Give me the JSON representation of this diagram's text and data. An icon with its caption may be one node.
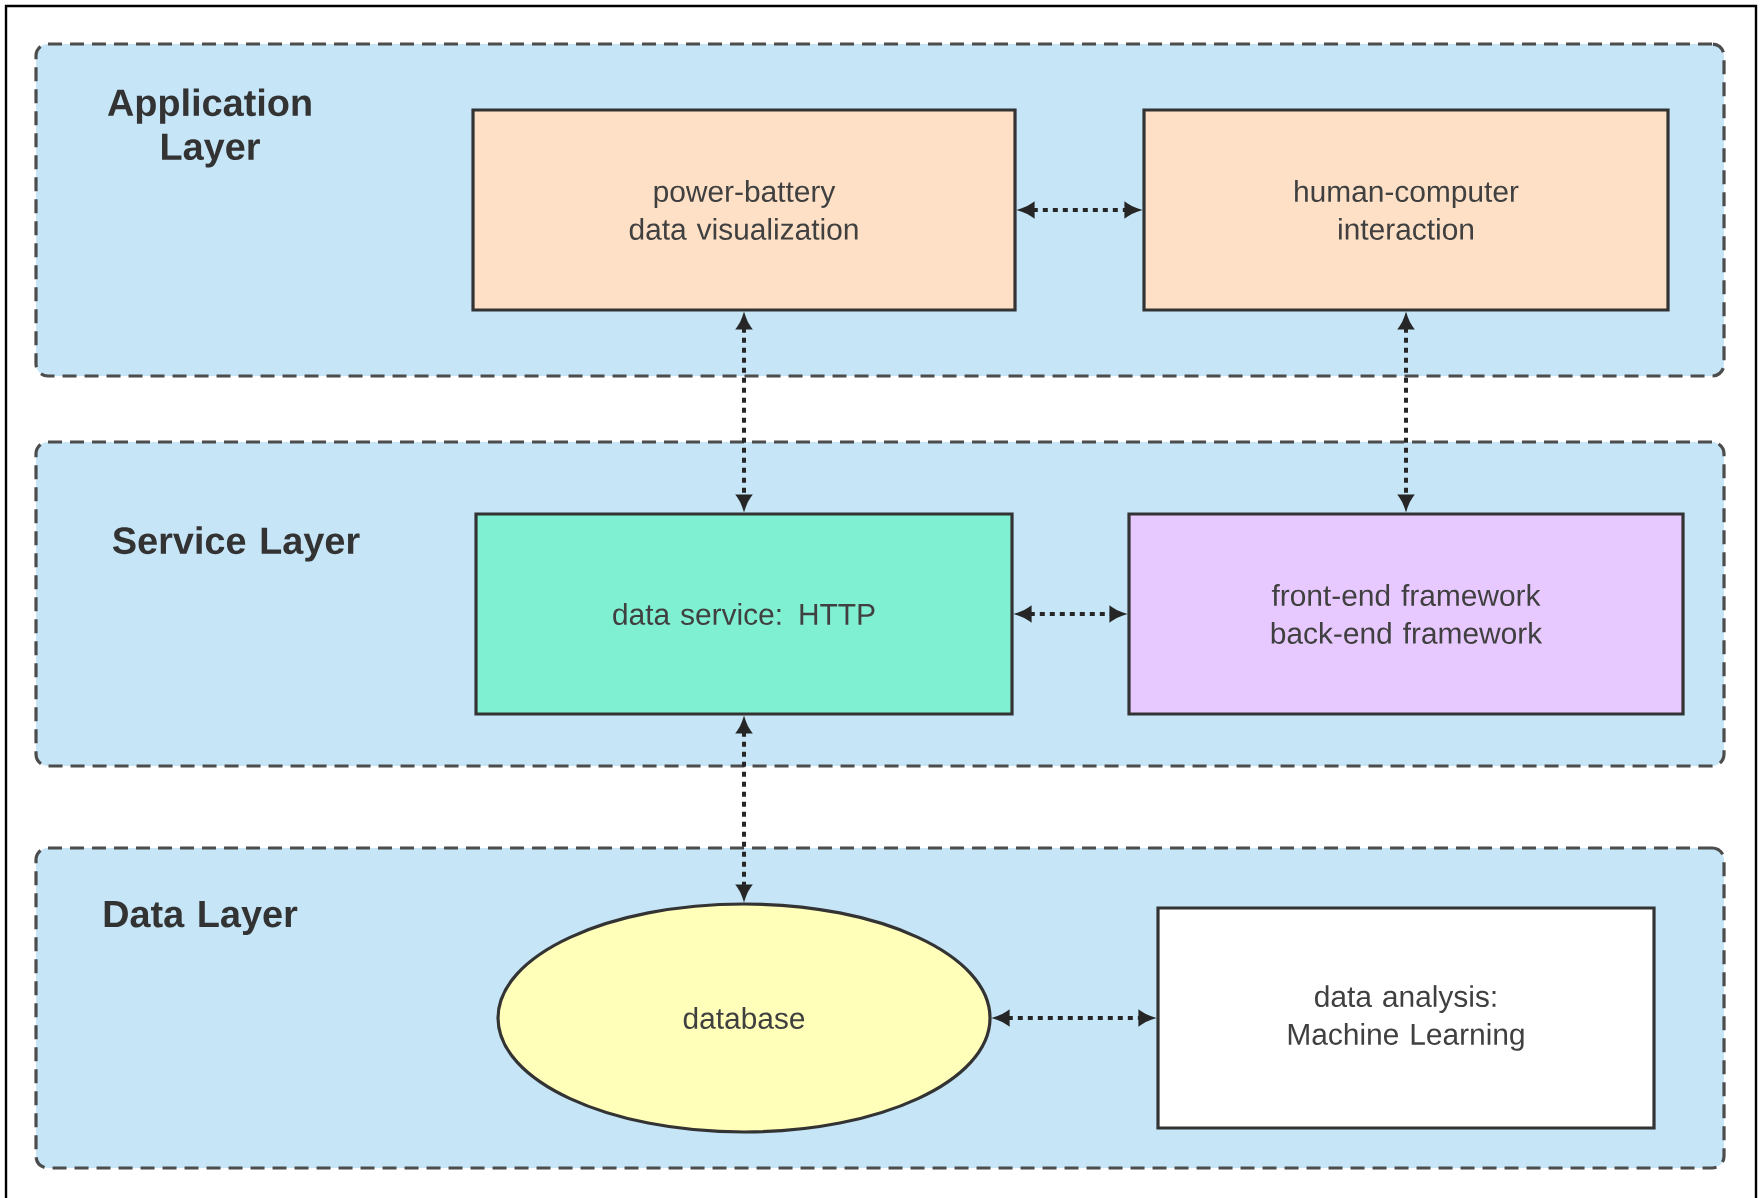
{
  "diagram": {
    "nodes": [
      {
        "text": [
          "Application Layer"
        ]
      },
      {
        "text": [
          "power-battery data visualization"
        ],
        "in": 0
      },
      {
        "text": [
          "human-computer interaction"
        ],
        "in": 0
      },
      {
        "text": [
          "Service Layer"
        ]
      },
      {
        "text": [
          "data service: HTTP"
        ],
        "in": 3
      },
      {
        "text": [
          "front-end framework",
          "back-end framework"
        ],
        "in": 3
      },
      {
        "text": [
          "Data Layer"
        ]
      },
      {
        "text": [
          "database"
        ],
        "in": 6
      },
      {
        "text": [
          "data analysis: Machine Learning"
        ],
        "in": 6
      }
    ],
    "edges": [
      {
        "from": 1,
        "to": 2,
        "arrow": "both"
      },
      {
        "from": 1,
        "to": 4,
        "arrow": "both"
      },
      {
        "from": 2,
        "to": 5,
        "arrow": "both"
      },
      {
        "from": 4,
        "to": 5,
        "arrow": "both"
      },
      {
        "from": 4,
        "to": 7,
        "arrow": "both"
      },
      {
        "from": 7,
        "to": 8,
        "arrow": "both"
      }
    ]
  }
}
